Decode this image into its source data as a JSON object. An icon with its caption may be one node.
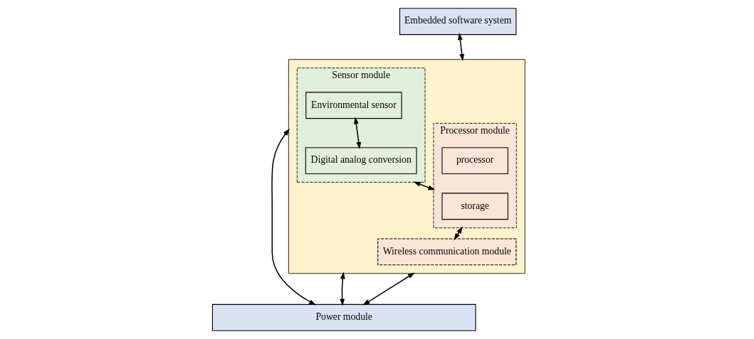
{
  "diagram": {
    "nodes": [
      {
        "text": [
          "Embedded software system"
        ]
      },
      {
        "text": [],
        "shape": "box"
      },
      {
        "text": [
          "Sensor module"
        ],
        "in": 1
      },
      {
        "text": [
          "Environmental sensor"
        ],
        "in": 2
      },
      {
        "text": [
          "Digital analog conversion"
        ],
        "in": 2
      },
      {
        "text": [
          "Processor module"
        ],
        "in": 1
      },
      {
        "text": [
          "processor"
        ],
        "in": 5
      },
      {
        "text": [
          "storage"
        ],
        "in": 5
      },
      {
        "text": [
          "Wireless communication module"
        ],
        "in": 1
      },
      {
        "text": [
          "Power module"
        ]
      }
    ],
    "edges": [
      {
        "from": 0,
        "to": 1,
        "arrow": "both"
      },
      {
        "from": 3,
        "to": 4,
        "arrow": "both"
      },
      {
        "from": 2,
        "to": 5,
        "arrow": "both"
      },
      {
        "from": 5,
        "to": 8,
        "arrow": "both"
      },
      {
        "from": 1,
        "to": 9,
        "arrow": "both"
      },
      {
        "from": 1,
        "to": 9,
        "arrow": "both"
      },
      {
        "from": 1,
        "to": 9,
        "arrow": "both"
      }
    ]
  }
}
